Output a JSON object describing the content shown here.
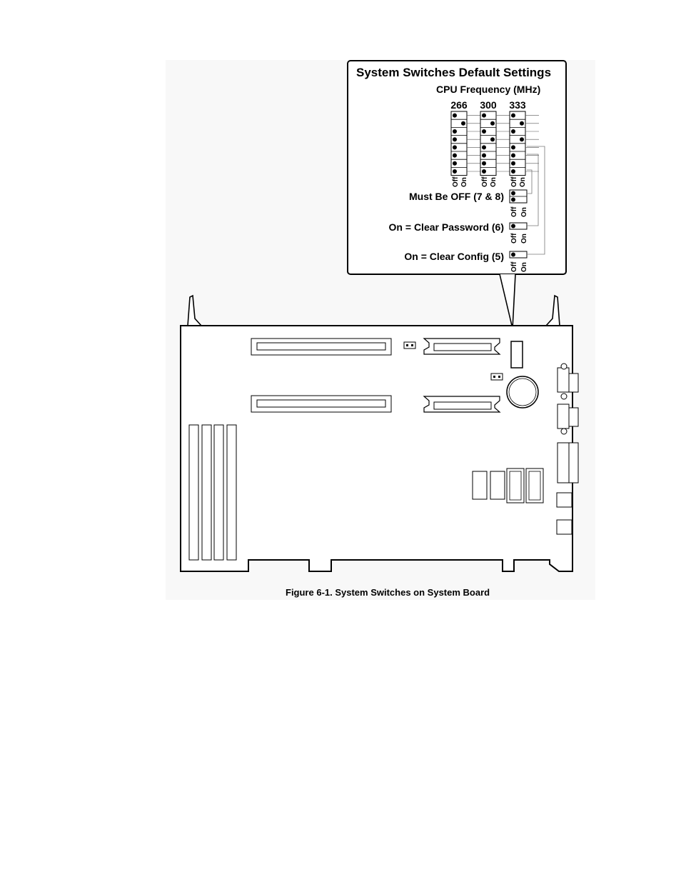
{
  "callout": {
    "title": "System Switches Default Settings",
    "subtitle": "CPU Frequency (MHz)",
    "columns": [
      {
        "header": "266",
        "positions": [
          "off",
          "on",
          "off",
          "off",
          "off",
          "off",
          "off",
          "off"
        ]
      },
      {
        "header": "300",
        "positions": [
          "off",
          "on",
          "off",
          "on",
          "off",
          "off",
          "off",
          "off"
        ]
      },
      {
        "header": "333",
        "positions": [
          "off",
          "on",
          "off",
          "on",
          "off",
          "off",
          "off",
          "off"
        ]
      }
    ],
    "off_label": "Off",
    "on_label": "On",
    "switch_labels": {
      "must_be_off": "Must Be OFF (7 & 8)",
      "clear_password": "On = Clear Password (6)",
      "clear_config": "On = Clear Config (5)"
    }
  },
  "caption": "Figure 6-1. System Switches on System Board"
}
